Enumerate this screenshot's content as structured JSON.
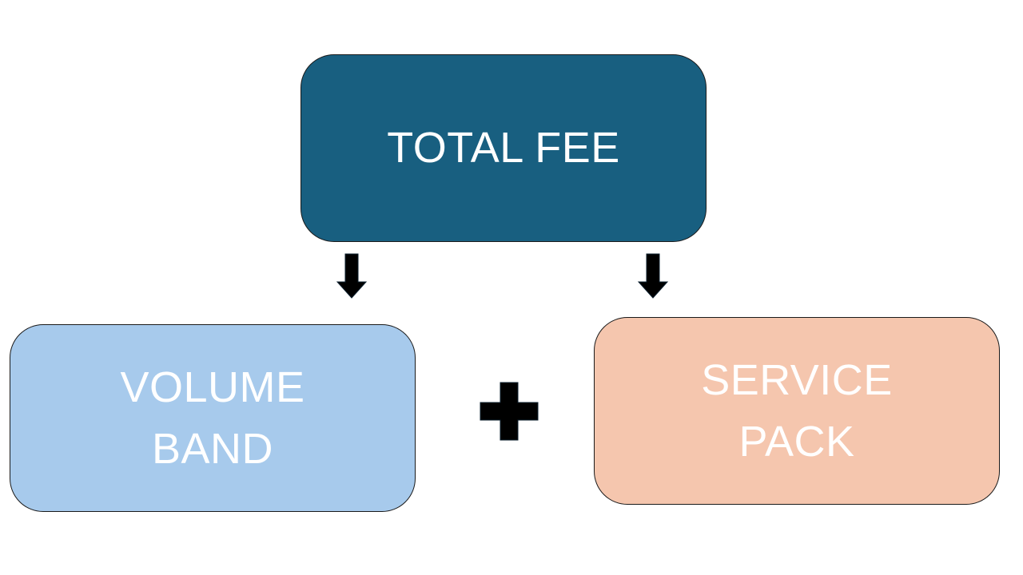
{
  "diagram": {
    "total": {
      "line1": "TOTAL FEE",
      "color": "#185f80"
    },
    "volume": {
      "line1": "VOLUME",
      "line2": "BAND",
      "color": "#a7caec"
    },
    "service": {
      "line1": "SERVICE",
      "line2": "PACK",
      "color": "#f5c6ae"
    },
    "operator": "plus",
    "icons": [
      "arrow-down-icon",
      "arrow-down-icon",
      "plus-icon"
    ]
  }
}
